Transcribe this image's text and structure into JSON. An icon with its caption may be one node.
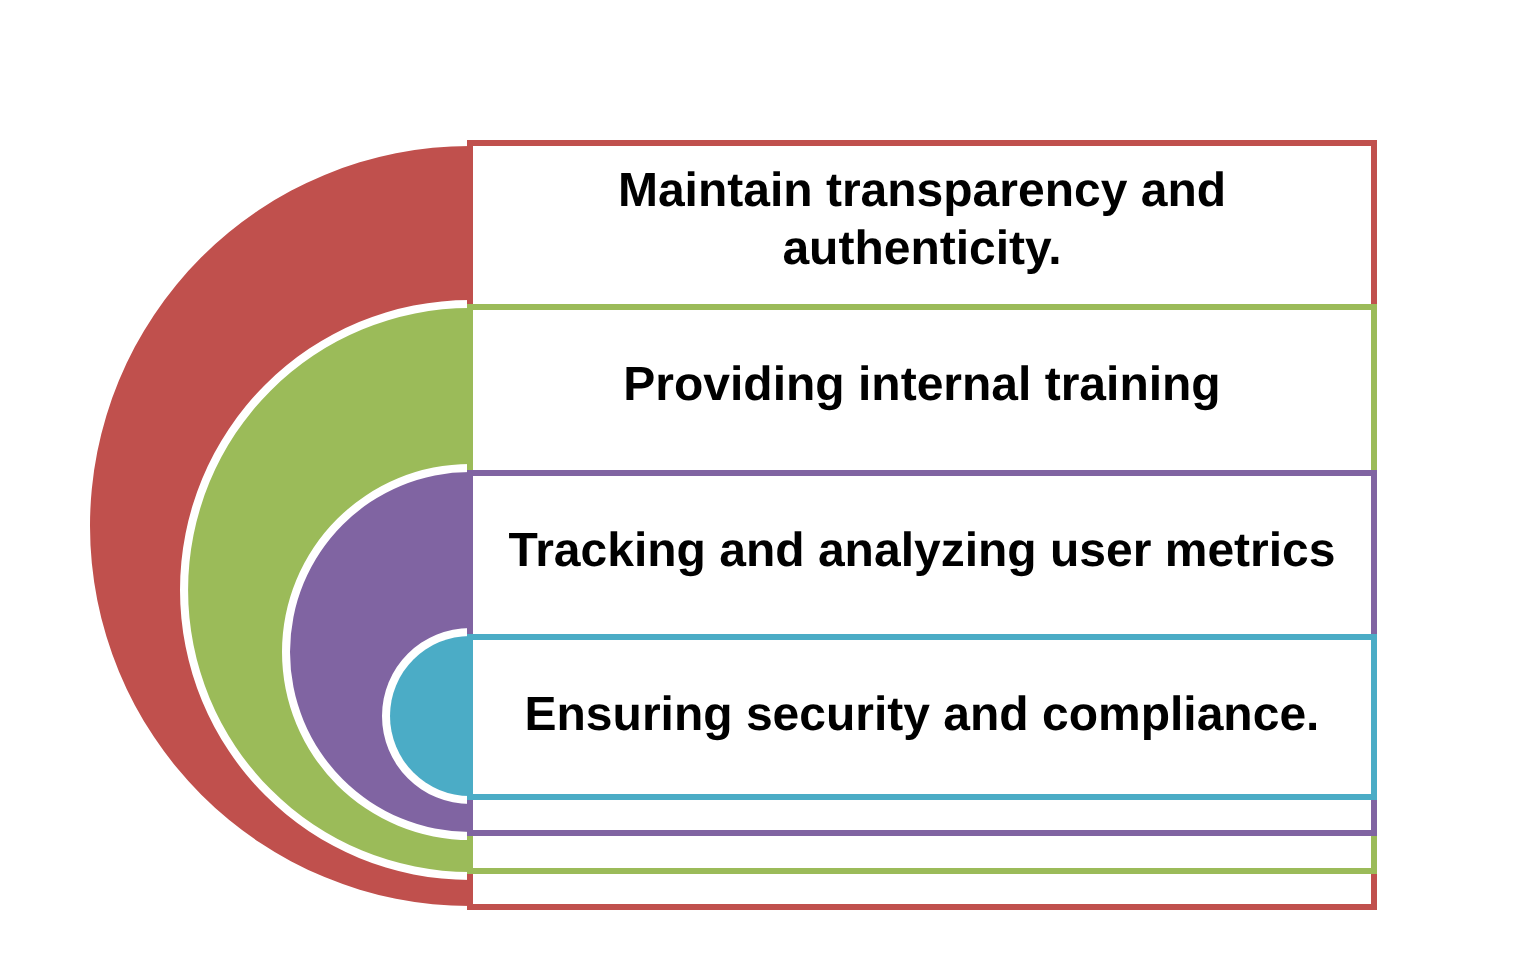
{
  "diagram": {
    "nodes": [
      {
        "text": [
          "Maintain transparency and authenticity."
        ]
      },
      {
        "text": [
          "Providing internal training"
        ],
        "in": 0
      },
      {
        "text": [
          "Tracking and analyzing user metrics"
        ],
        "in": 1
      },
      {
        "text": [
          "Ensuring security and compliance."
        ],
        "in": 2
      }
    ]
  }
}
